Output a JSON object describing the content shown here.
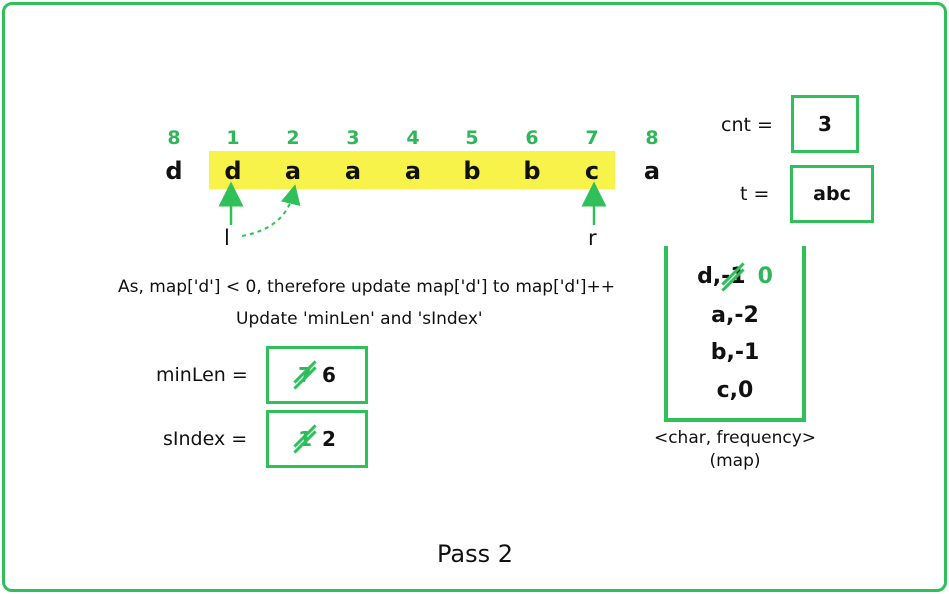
{
  "indices": [
    "8",
    "1",
    "2",
    "3",
    "4",
    "5",
    "6",
    "7",
    "8"
  ],
  "chars": [
    "d",
    "d",
    "a",
    "a",
    "a",
    "b",
    "b",
    "c",
    "a"
  ],
  "pointers": {
    "left": "l",
    "right": "r"
  },
  "cnt": {
    "label": "cnt =",
    "value": "3"
  },
  "t": {
    "label": "t =",
    "value": "abc"
  },
  "explanation": {
    "line1": "As, map['d'] < 0, therefore update map['d'] to map['d']++",
    "line2": "Update 'minLen' and 'sIndex'"
  },
  "minLen": {
    "label": "minLen =",
    "old": "7",
    "new": "6"
  },
  "sIndex": {
    "label": "sIndex =",
    "old": "1",
    "new": "2"
  },
  "map": {
    "rows": [
      {
        "prefix": "d,",
        "old": "-1",
        "new": "0"
      },
      {
        "text": "a,-2"
      },
      {
        "text": "b,-1"
      },
      {
        "text": "c,0"
      }
    ],
    "caption1": "<char, frequency>",
    "caption2": "(map)"
  },
  "pass_label": "Pass 2",
  "colors": {
    "accent": "#2fc05a",
    "highlight": "#f7f34a"
  }
}
